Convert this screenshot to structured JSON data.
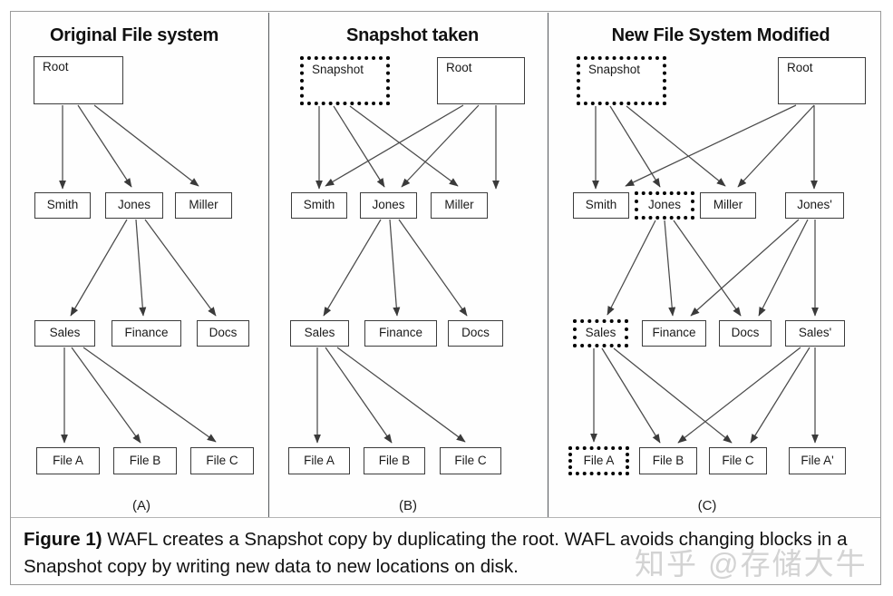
{
  "figure": {
    "caption_label": "Figure 1)",
    "caption_text": " WAFL creates a Snapshot copy by duplicating the root. WAFL avoids changing blocks in a Snapshot copy by writing new data to new locations on disk.",
    "watermark": "知乎 @存储大牛"
  },
  "panels": [
    {
      "id": "A",
      "title": "Original File system",
      "caption": "(A)",
      "nodes": [
        {
          "key": "root",
          "label": "Root",
          "style": "solid"
        },
        {
          "key": "smith",
          "label": "Smith",
          "style": "solid"
        },
        {
          "key": "jones",
          "label": "Jones",
          "style": "solid"
        },
        {
          "key": "miller",
          "label": "Miller",
          "style": "solid"
        },
        {
          "key": "sales",
          "label": "Sales",
          "style": "solid"
        },
        {
          "key": "finance",
          "label": "Finance",
          "style": "solid"
        },
        {
          "key": "docs",
          "label": "Docs",
          "style": "solid"
        },
        {
          "key": "fileA",
          "label": "File A",
          "style": "solid"
        },
        {
          "key": "fileB",
          "label": "File B",
          "style": "solid"
        },
        {
          "key": "fileC",
          "label": "File C",
          "style": "solid"
        }
      ],
      "edges": [
        [
          "root",
          "smith"
        ],
        [
          "root",
          "jones"
        ],
        [
          "root",
          "miller"
        ],
        [
          "jones",
          "sales"
        ],
        [
          "jones",
          "finance"
        ],
        [
          "jones",
          "docs"
        ],
        [
          "sales",
          "fileA"
        ],
        [
          "sales",
          "fileB"
        ],
        [
          "sales",
          "fileC"
        ]
      ]
    },
    {
      "id": "B",
      "title": "Snapshot taken",
      "caption": "(B)",
      "nodes": [
        {
          "key": "snapshot",
          "label": "Snapshot",
          "style": "dashed"
        },
        {
          "key": "root",
          "label": "Root",
          "style": "solid"
        },
        {
          "key": "smith",
          "label": "Smith",
          "style": "solid"
        },
        {
          "key": "jones",
          "label": "Jones",
          "style": "solid"
        },
        {
          "key": "miller",
          "label": "Miller",
          "style": "solid"
        },
        {
          "key": "sales",
          "label": "Sales",
          "style": "solid"
        },
        {
          "key": "finance",
          "label": "Finance",
          "style": "solid"
        },
        {
          "key": "docs",
          "label": "Docs",
          "style": "solid"
        },
        {
          "key": "fileA",
          "label": "File A",
          "style": "solid"
        },
        {
          "key": "fileB",
          "label": "File B",
          "style": "solid"
        },
        {
          "key": "fileC",
          "label": "File C",
          "style": "solid"
        }
      ],
      "edges": [
        [
          "snapshot",
          "smith"
        ],
        [
          "snapshot",
          "jones"
        ],
        [
          "snapshot",
          "miller"
        ],
        [
          "root",
          "smith"
        ],
        [
          "root",
          "jones"
        ],
        [
          "root",
          "miller"
        ],
        [
          "jones",
          "sales"
        ],
        [
          "jones",
          "finance"
        ],
        [
          "jones",
          "docs"
        ],
        [
          "sales",
          "fileA"
        ],
        [
          "sales",
          "fileB"
        ],
        [
          "sales",
          "fileC"
        ]
      ]
    },
    {
      "id": "C",
      "title": "New File System Modified",
      "caption": "(C)",
      "nodes": [
        {
          "key": "snapshot",
          "label": "Snapshot",
          "style": "dashed"
        },
        {
          "key": "root",
          "label": "Root",
          "style": "solid"
        },
        {
          "key": "smith",
          "label": "Smith",
          "style": "solid"
        },
        {
          "key": "jones",
          "label": "Jones",
          "style": "dashed"
        },
        {
          "key": "miller",
          "label": "Miller",
          "style": "solid"
        },
        {
          "key": "jonesnew",
          "label": "Jones'",
          "style": "solid"
        },
        {
          "key": "sales",
          "label": "Sales",
          "style": "dashed"
        },
        {
          "key": "finance",
          "label": "Finance",
          "style": "solid"
        },
        {
          "key": "docs",
          "label": "Docs",
          "style": "solid"
        },
        {
          "key": "salesnew",
          "label": "Sales'",
          "style": "solid"
        },
        {
          "key": "fileA",
          "label": "File A",
          "style": "dashed"
        },
        {
          "key": "fileB",
          "label": "File B",
          "style": "solid"
        },
        {
          "key": "fileC",
          "label": "File C",
          "style": "solid"
        },
        {
          "key": "fileAnew",
          "label": "File A'",
          "style": "solid"
        }
      ],
      "edges": [
        [
          "snapshot",
          "smith"
        ],
        [
          "snapshot",
          "jones"
        ],
        [
          "snapshot",
          "miller"
        ],
        [
          "root",
          "smith"
        ],
        [
          "root",
          "miller"
        ],
        [
          "root",
          "jonesnew"
        ],
        [
          "jones",
          "sales"
        ],
        [
          "jones",
          "finance"
        ],
        [
          "jones",
          "docs"
        ],
        [
          "jonesnew",
          "finance"
        ],
        [
          "jonesnew",
          "docs"
        ],
        [
          "jonesnew",
          "salesnew"
        ],
        [
          "sales",
          "fileA"
        ],
        [
          "sales",
          "fileB"
        ],
        [
          "sales",
          "fileC"
        ],
        [
          "salesnew",
          "fileB"
        ],
        [
          "salesnew",
          "fileC"
        ],
        [
          "salesnew",
          "fileAnew"
        ]
      ]
    }
  ],
  "colors": {
    "box_border": "#3c3c3c",
    "dashed_border": "#000000",
    "edge": "#4a4a4a",
    "text": "#1a1a1a",
    "watermark": "#d3d3d3"
  }
}
